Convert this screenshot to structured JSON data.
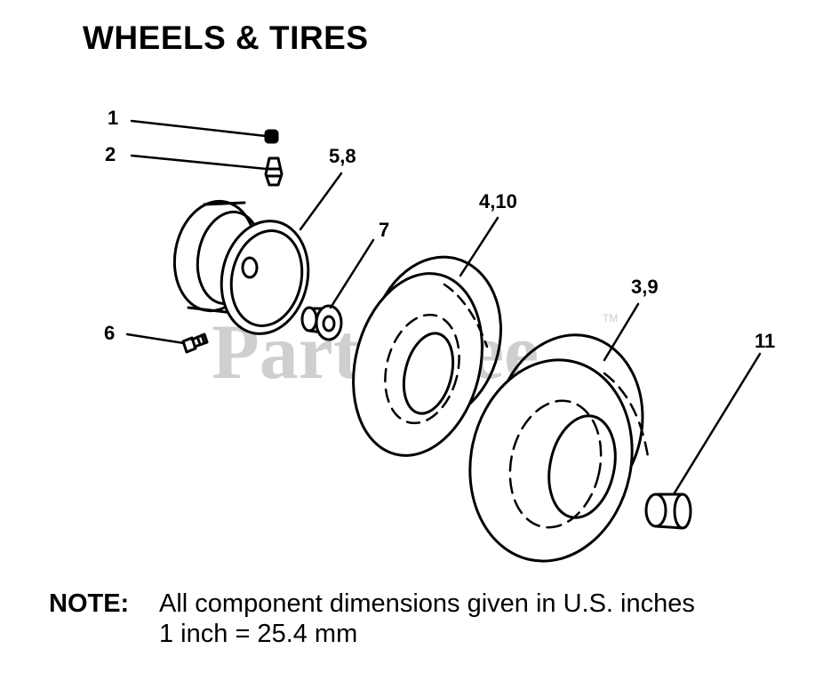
{
  "title": "WHEELS & TIRES",
  "watermark": {
    "text": "PartsTree",
    "trademark": "TM"
  },
  "callouts": {
    "c1": "1",
    "c2": "2",
    "c58": "5,8",
    "c7": "7",
    "c410": "4,10",
    "c39": "3,9",
    "c6": "6",
    "c11": "11"
  },
  "note": {
    "label": "NOTE:",
    "line1": "All component dimensions given in U.S. inches",
    "line2": "1 inch = 25.4 mm"
  }
}
